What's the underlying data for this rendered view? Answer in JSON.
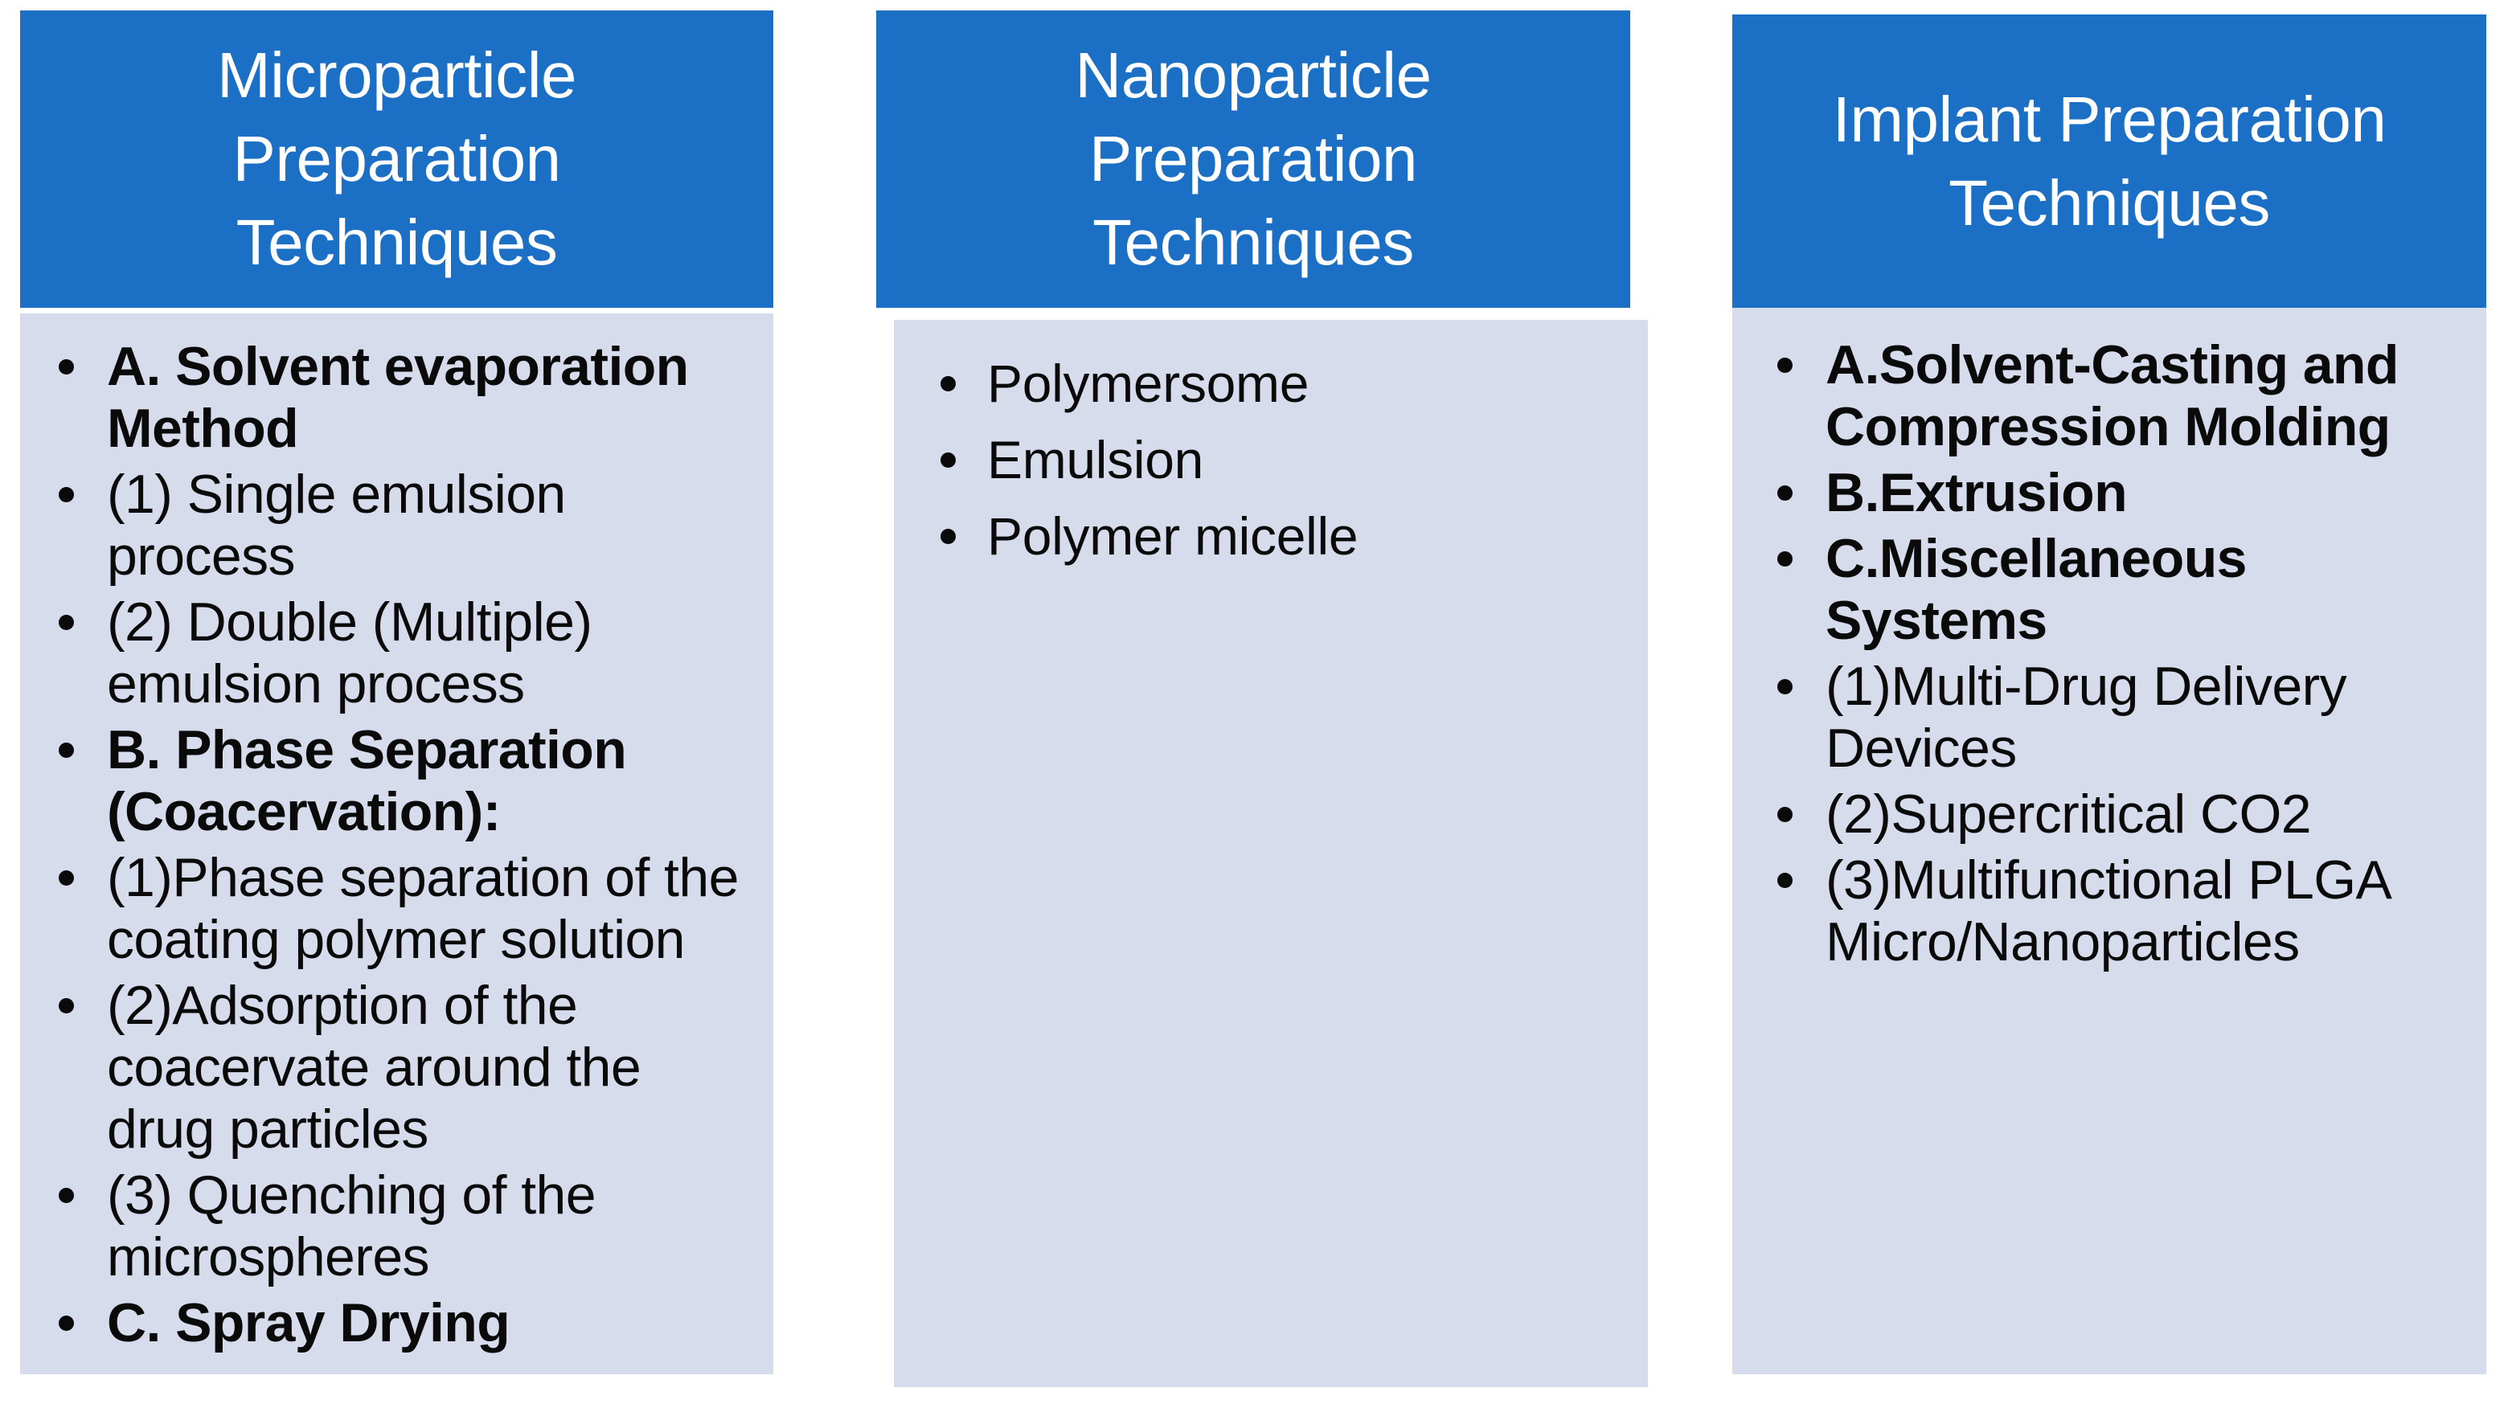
{
  "theme": {
    "header_bg": "#1B6FC4",
    "header_text_color": "#FFFFFF",
    "body_bg": "#D6DCEC",
    "body_text_color": "#0A0A0A",
    "page_bg": "#FFFFFF"
  },
  "columns": [
    {
      "id": "microparticle",
      "title": "Microparticle\nPreparation\nTechniques",
      "items": [
        {
          "text": "A. Solvent evaporation Method",
          "bold": true
        },
        {
          "text": "(1) Single emulsion process",
          "bold": false
        },
        {
          "text": "(2) Double (Multiple) emulsion process",
          "bold": false
        },
        {
          "text": "B. Phase Separation (Coacervation):",
          "bold": true
        },
        {
          "text": "(1)Phase separation of the coating polymer solution",
          "bold": false
        },
        {
          "text": "(2)Adsorption of the coacervate around the drug particles",
          "bold": false
        },
        {
          "text": "(3) Quenching of the microspheres",
          "bold": false
        },
        {
          "text": "C. Spray Drying",
          "bold": true
        }
      ]
    },
    {
      "id": "nanoparticle",
      "title": "Nanoparticle\nPreparation\nTechniques",
      "items": [
        {
          "text": "Polymersome",
          "bold": false
        },
        {
          "text": "Emulsion",
          "bold": false
        },
        {
          "text": "Polymer micelle",
          "bold": false
        }
      ]
    },
    {
      "id": "implant",
      "title": "Implant Preparation\nTechniques",
      "items": [
        {
          "text": "A.Solvent-Casting and Compression Molding",
          "bold": true
        },
        {
          "text": "B.Extrusion",
          "bold": true
        },
        {
          "text": "C.Miscellaneous Systems",
          "bold": true
        },
        {
          "text": "(1)Multi-Drug Delivery Devices",
          "bold": false
        },
        {
          "text": "(2)Supercritical CO2",
          "bold": false
        },
        {
          "text": "(3)Multifunctional PLGA Micro/Nanoparticles",
          "bold": false
        }
      ]
    }
  ]
}
